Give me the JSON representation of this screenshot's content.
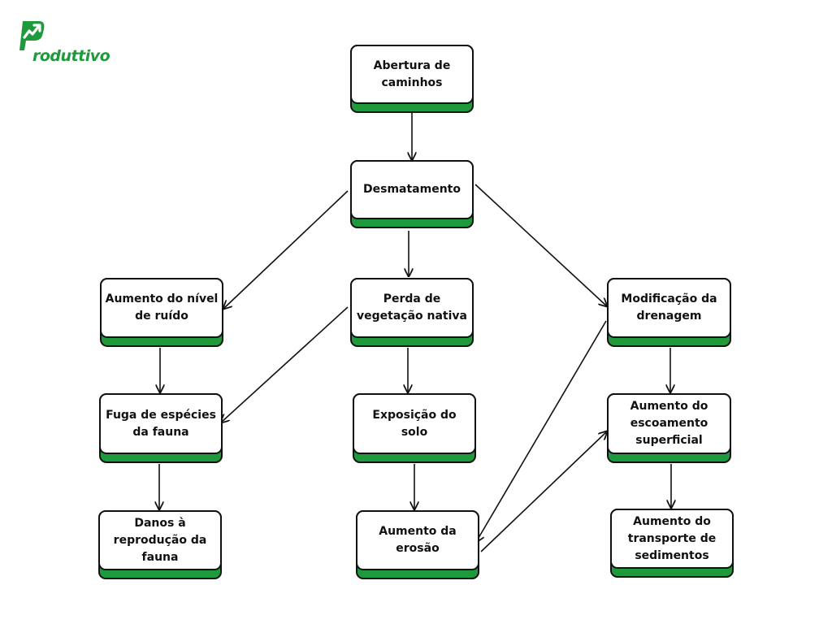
{
  "logo": {
    "text": "roduttivo",
    "brand_color": "#1e9a3c",
    "icon": "chart-arrow-logo"
  },
  "colors": {
    "accent": "#1e9a3c",
    "border": "#111111",
    "box": "#ffffff"
  },
  "nodes": {
    "abertura": "Abertura de\ncaminhos",
    "desmatamento": "Desmatamento",
    "ruido": "Aumento do nível\nde ruído",
    "perda": "Perda de\nvegetação nativa",
    "drenagem": "Modificação da\ndrenagem",
    "fuga": "Fuga de espécies\nda fauna",
    "exposicao": "Exposição do\nsolo",
    "escoamento": "Aumento do\nescoamento\nsuperficial",
    "danos": "Danos à\nreprodução da\nfauna",
    "erosao": "Aumento da\nerosão",
    "transporte": "Aumento do\ntransporte de\nsedimentos"
  }
}
